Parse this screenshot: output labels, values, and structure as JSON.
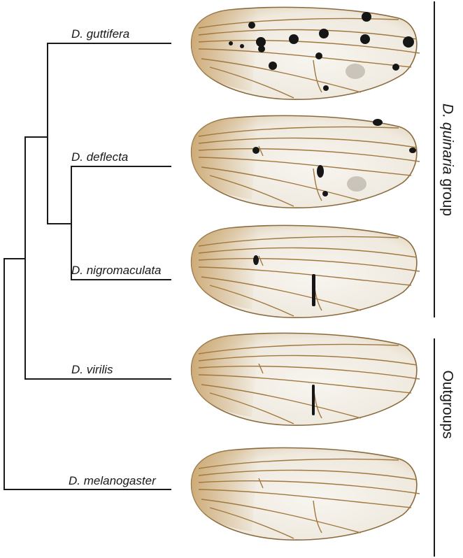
{
  "species": [
    {
      "id": "guttifera",
      "label": "D. guttifera"
    },
    {
      "id": "deflecta",
      "label": "D. deflecta"
    },
    {
      "id": "nigromaculata",
      "label": "D. nigromaculata"
    },
    {
      "id": "virilis",
      "label": "D. virilis"
    },
    {
      "id": "melanogaster",
      "label": "D. melanogaster"
    }
  ],
  "groups": {
    "quinaria": {
      "prefix": "D. quinaria",
      "suffix": " group"
    },
    "outgroups": {
      "label": "Outgroups"
    }
  },
  "colors": {
    "line": "#1a1a1a",
    "wing_membrane": "#f1ede4",
    "wing_vein": "#a0783d",
    "spot": "#161616"
  }
}
